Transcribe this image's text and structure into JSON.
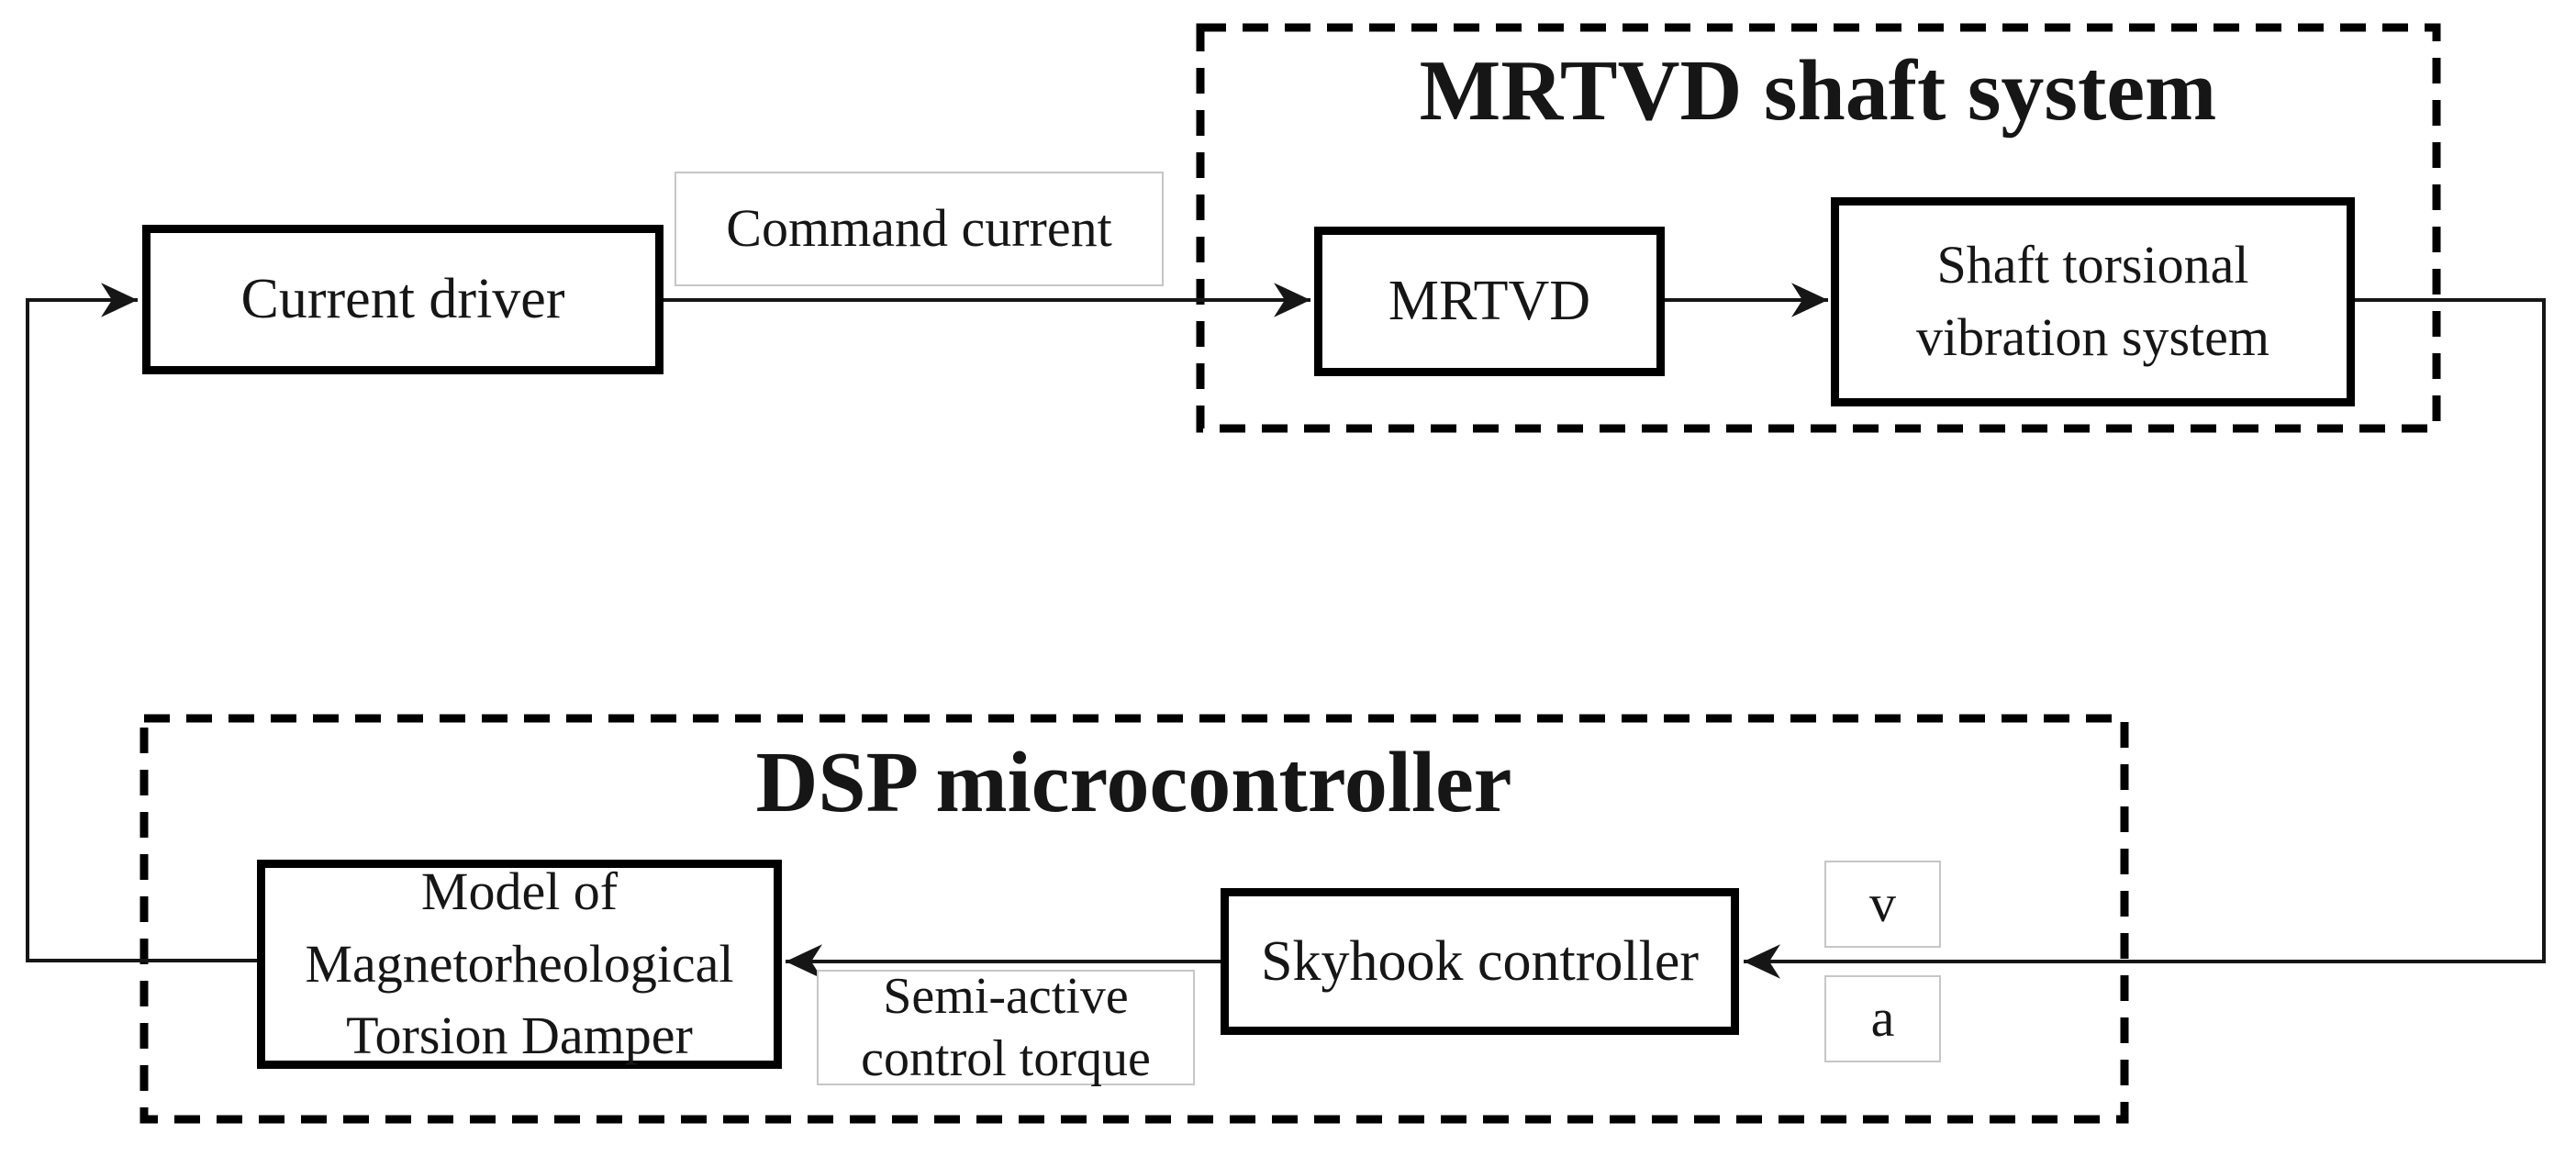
{
  "figure": {
    "type": "control-system-block-diagram",
    "background": "#ffffff",
    "groups": {
      "mrtvd_shaft_system": {
        "title": "MRTVD shaft system"
      },
      "dsp_microcontroller": {
        "title": "DSP microcontroller"
      }
    },
    "blocks": {
      "current_driver": {
        "label": "Current driver"
      },
      "mrtvd": {
        "label": "MRTVD"
      },
      "shaft_torsional_vibration_system": {
        "line1": "Shaft torsional",
        "line2": "vibration system"
      },
      "model_of_mr_torsion_damper": {
        "line1": "Model of",
        "line2": "Magnetorheological",
        "line3": "Torsion Damper"
      },
      "skyhook_controller": {
        "label": "Skyhook controller"
      }
    },
    "signal_labels": {
      "command_current": {
        "label": "Command current"
      },
      "semi_active_control_torque": {
        "line1": "Semi-active",
        "line2": "control torque"
      },
      "velocity": {
        "label": "v"
      },
      "acceleration": {
        "label": "a"
      }
    },
    "colors": {
      "wire": "#161616",
      "block_border": "#000000",
      "signal_label_border": "#c6c6c6",
      "text": "#161616"
    }
  }
}
